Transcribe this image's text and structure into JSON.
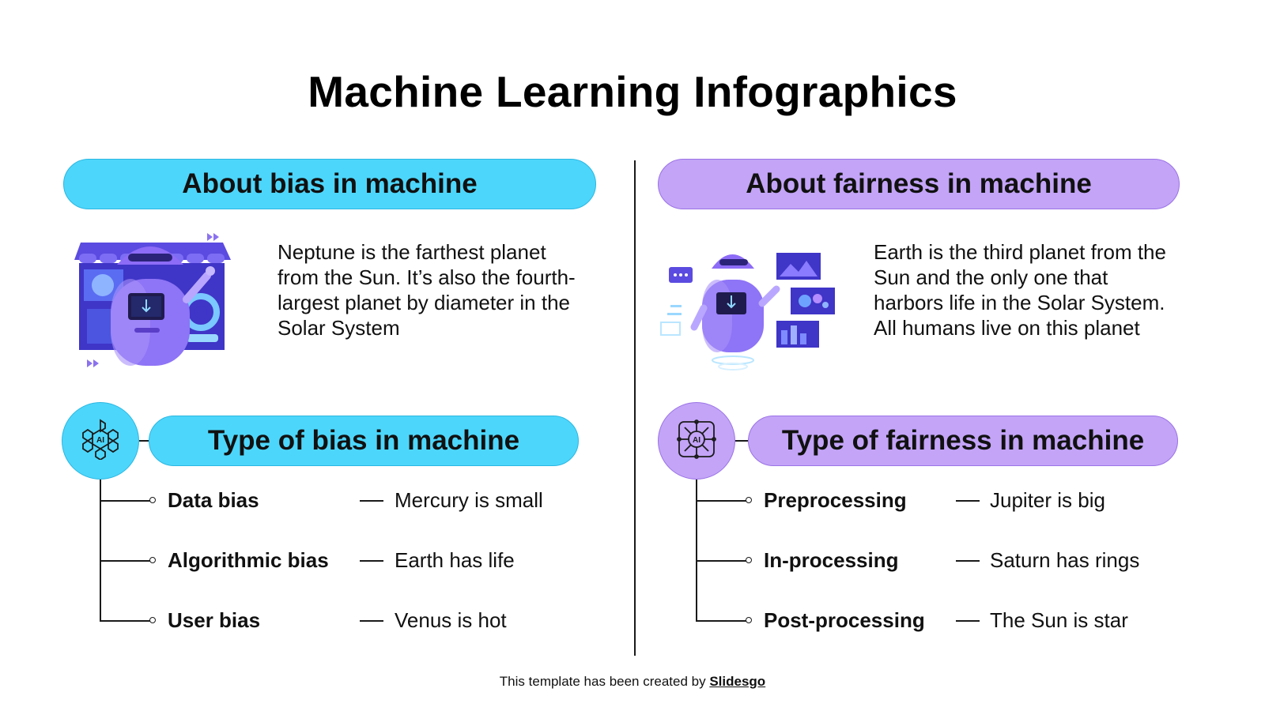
{
  "title": "Machine Learning Infographics",
  "colors": {
    "cyan": "#4dd6fb",
    "purple": "#c3a4f7",
    "robot": "#7b5cf0"
  },
  "left": {
    "header": "About bias in machine",
    "description": "Neptune is the farthest planet from the Sun. It’s also the fourth-largest planet by diameter in the Solar System",
    "illustration": "robot-dashboard-illustration",
    "type_header": "Type of bias in machine",
    "type_icon": "ai-hexagon-icon",
    "items": [
      {
        "term": "Data bias",
        "value": "Mercury is small"
      },
      {
        "term": "Algorithmic bias",
        "value": "Earth has life"
      },
      {
        "term": "User bias",
        "value": "Venus is hot"
      }
    ]
  },
  "right": {
    "header": "About fairness in machine",
    "description": "Earth is the third planet from the Sun and the only one that harbors life in the Solar System. All humans live on this planet",
    "illustration": "robot-screens-illustration",
    "type_header": "Type of fairness in machine",
    "type_icon": "ai-chip-icon",
    "items": [
      {
        "term": "Preprocessing",
        "value": "Jupiter is big"
      },
      {
        "term": "In-processing",
        "value": "Saturn has rings"
      },
      {
        "term": "Post-processing",
        "value": "The Sun is star"
      }
    ]
  },
  "footer": {
    "text": "This template has been created by ",
    "brand": "Slidesgo"
  }
}
